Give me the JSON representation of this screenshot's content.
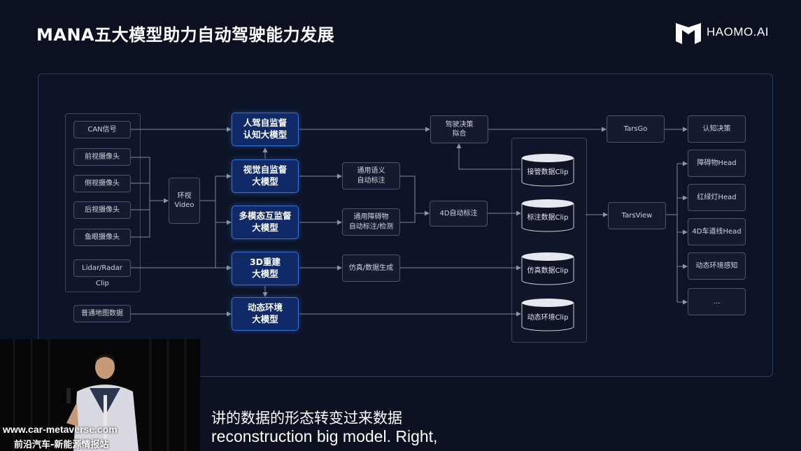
{
  "slide": {
    "title": "MANA五大模型助力自动驾驶能力发展"
  },
  "brand": {
    "name": "HAOMO.AI",
    "icon": "haomo-logo-icon"
  },
  "inputs": {
    "can": "CAN信号",
    "front_cam": "前视摄像头",
    "side_cam": "侧视摄像头",
    "rear_cam": "后视摄像头",
    "fisheye_cam": "鱼眼摄像头",
    "lidar": "Lidar/Radar",
    "clip": "Clip",
    "map": "普通地图数据"
  },
  "surround_video": {
    "line1": "环视",
    "line2": "Video"
  },
  "models": {
    "m1": {
      "line1": "人驾自监督",
      "line2": "认知大模型"
    },
    "m2": {
      "line1": "视觉自监督",
      "line2": "大模型"
    },
    "m3": {
      "line1": "多模态互监督",
      "line2": "大模型"
    },
    "m4": {
      "line1": "3D重建",
      "line2": "大模型"
    },
    "m5": {
      "line1": "动态环境",
      "line2": "大模型"
    }
  },
  "process": {
    "semantic": {
      "line1": "通用语义",
      "line2": "自动标注"
    },
    "obstacle": {
      "line1": "通用障碍物",
      "line2": "自动标注/检测"
    },
    "simulation": "仿真/数据生成",
    "label4d": "4D自动标注",
    "decision": {
      "line1": "驾驶决策",
      "line2": "拟合"
    }
  },
  "datasets": {
    "takeover": "接管数据Clip",
    "labeled": "标注数据Clip",
    "sim": "仿真数据Clip",
    "dynamic": "动态环境Clip"
  },
  "outputs": {
    "tarsgo": "TarsGo",
    "tarsview": "TarsView",
    "cognition": "认知决策",
    "heads": [
      "障碍物Head",
      "红绿灯Head",
      "4D车道线Head",
      "动态环境感知",
      "..."
    ]
  },
  "video": {
    "watermark_url": "www.car-metaverse.com",
    "watermark_name": "前沿汽车-新能源情报站"
  },
  "subtitle": {
    "zh": "讲的数据的形态转变过来数据",
    "en": "reconstruction big model. Right,"
  },
  "colors": {
    "background": "#0b1121",
    "model_fill": "#0f2a66",
    "model_border": "#3d73d6"
  }
}
